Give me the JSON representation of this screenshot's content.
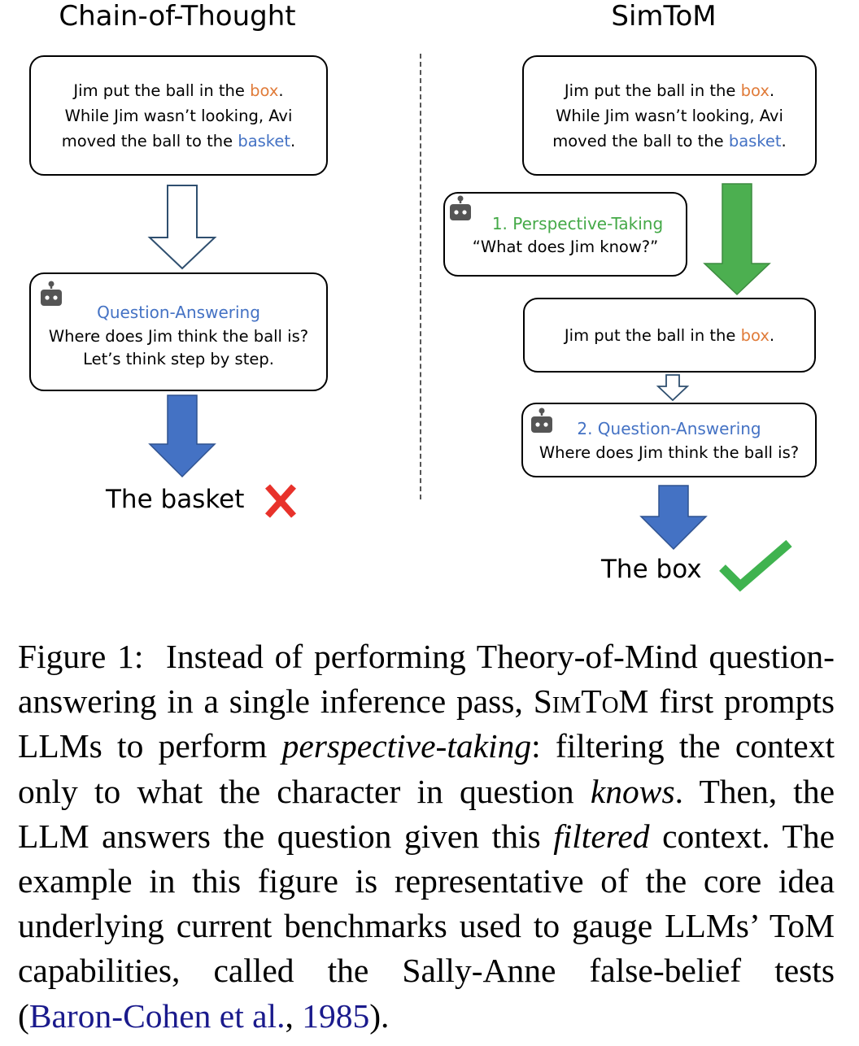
{
  "cot": {
    "title": "Chain-of-Thought",
    "story": {
      "l1_pre": "Jim put the ball in the ",
      "l1_kw": "box",
      "l1_post": ".",
      "l2": "While Jim wasn’t looking, Avi",
      "l3_pre": "moved the ball to the ",
      "l3_kw": "basket",
      "l3_post": "."
    },
    "qa": {
      "heading": "Question-Answering",
      "question": "Where does Jim think the ball is?",
      "prompt": "Let’s think step by step."
    },
    "answer": "The basket",
    "result_icon": "cross-icon"
  },
  "simtom": {
    "title": "SimToM",
    "story": {
      "l1_pre": "Jim put the ball in the ",
      "l1_kw": "box",
      "l1_post": ".",
      "l2": "While Jim wasn’t looking, Avi",
      "l3_pre": "moved the ball to the ",
      "l3_kw": "basket",
      "l3_post": "."
    },
    "perspective": {
      "heading": "1. Perspective-Taking",
      "question": "“What does Jim know?”"
    },
    "filtered": {
      "pre": "Jim put the ball in the ",
      "kw": "box",
      "post": "."
    },
    "qa": {
      "heading": "2. Question-Answering",
      "question": "Where does Jim think the ball is?"
    },
    "answer": "The box",
    "result_icon": "check-icon"
  },
  "caption": {
    "label": "Figure 1:",
    "t1": "Instead of performing Theory-of-Mind question-answering in a single inference pass,",
    "simtom": "SimToM",
    "t2": "first prompts LLMs to perform",
    "em1": "perspective-taking",
    "t3": ": fil­tering the context only to what the character in question",
    "em2": "knows",
    "t4": ". Then, the LLM answers the question given this",
    "em3": "filtered",
    "t5": "context. The example in this figure is represen­tative of the core idea underlying current benchmarks used to gauge LLMs’ ToM capabilities, called the Sally-Anne false-belief tests (",
    "cite_author": "Baron-Cohen et al.",
    "cite_sep": ", ",
    "cite_year": "1985",
    "t6": ")."
  },
  "colors": {
    "keyword_orange": "#e07b39",
    "keyword_blue": "#4472c4",
    "perspective_green": "#44a947",
    "arrow_blue": "#4472c4",
    "arrow_green": "#4caf50",
    "cross_red": "#e8322b",
    "check_green": "#3fb34f",
    "citation": "#1a1a8c"
  }
}
